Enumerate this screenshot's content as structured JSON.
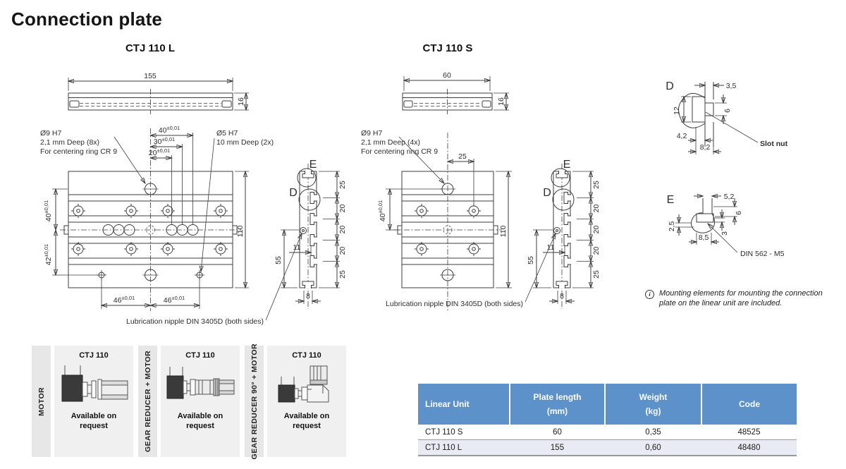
{
  "title": "Connection plate",
  "tol": "±0,01",
  "L": {
    "heading": "CTJ 110 L",
    "len": "155",
    "thk": "16",
    "note1": "Ø9 H7",
    "note2": "2,1 mm Deep (8x)",
    "note3": "For centering ring CR 9",
    "pin1": "Ø5 H7",
    "pin2": "10 mm Deep (2x)",
    "d40": "40",
    "d30": "30",
    "d20": "20",
    "s40": "40",
    "s42": "42",
    "h": "110",
    "d46": "46",
    "lube": "Lubrication nipple DIN 3405D (both sides)"
  },
  "S": {
    "heading": "CTJ 110 S",
    "len": "60",
    "thk": "16",
    "note1": "Ø9 H7",
    "note2": "2,1 mm Deep (4x)",
    "note3": "For centering ring CR 9",
    "d25": "25",
    "s40": "40",
    "h": "110",
    "lube": "Lubrication nipple DIN 3405D (both sides)"
  },
  "prof": {
    "E": "E",
    "D": "D",
    "slots": [
      "25",
      "20",
      "20",
      "20",
      "25"
    ],
    "d11": "11",
    "d55": "55",
    "d8": "8"
  },
  "dD": {
    "label": "D",
    "d35": "3,5",
    "d12": "12",
    "d6": "6",
    "d42": "4,2",
    "d82": "8,2",
    "callout": "Slot nut"
  },
  "dE": {
    "label": "E",
    "d52": "5,2",
    "d6": "6",
    "d25": "2,5",
    "d85": "8,5",
    "d3": "3",
    "callout": "DIN 562 - M5"
  },
  "note": {
    "icon": "i",
    "line1": "Mounting elements for mounting the connection",
    "line2": "plate on the linear unit are included."
  },
  "options": [
    {
      "side": "MOTOR",
      "heading": "CTJ 110",
      "text": "Available on request"
    },
    {
      "side": "GEAR REDUCER + MOTOR",
      "heading": "CTJ 110",
      "text": "Available on request"
    },
    {
      "side": "GEAR REDUCER  90° + MOTOR",
      "heading": "CTJ 110",
      "text": "Available on request"
    }
  ],
  "table": {
    "h_unit": "Linear Unit",
    "h_len1": "Plate length",
    "h_len2": "(mm)",
    "h_wt1": "Weight",
    "h_wt2": "(kg)",
    "h_code": "Code",
    "rows": [
      {
        "unit": "CTJ 110 S",
        "len": "60",
        "wt": "0,35",
        "code": "48525"
      },
      {
        "unit": "CTJ 110 L",
        "len": "155",
        "wt": "0,60",
        "code": "48480"
      }
    ]
  }
}
